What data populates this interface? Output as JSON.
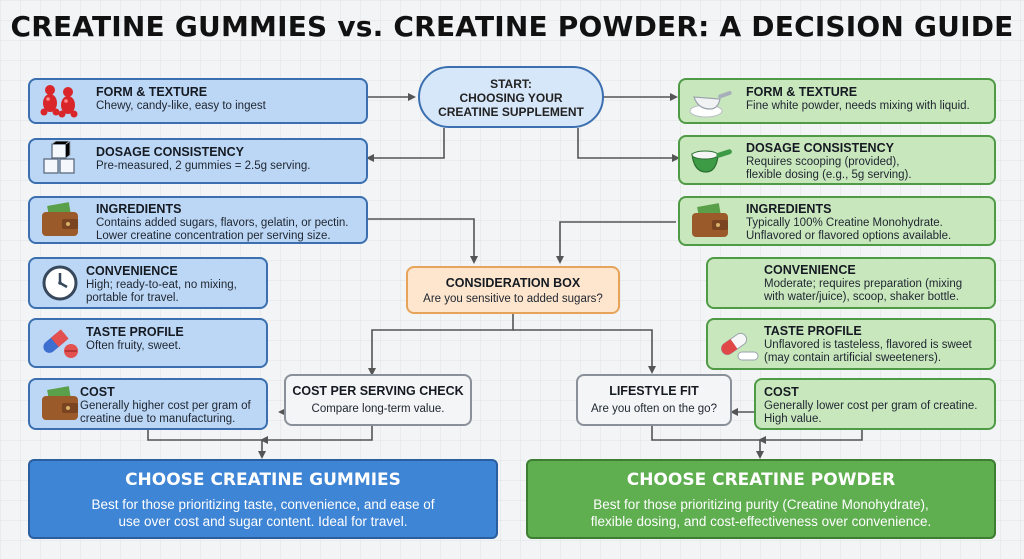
{
  "title": "CREATINE GUMMIES vs. CREATINE POWDER: A DECISION GUIDE",
  "start": {
    "lines": [
      "START:",
      "CHOOSING YOUR",
      "CREATINE SUPPLEMENT"
    ]
  },
  "consideration": {
    "title": "CONSIDERATION BOX",
    "desc": "Are you sensitive to added sugars?"
  },
  "cost_check": {
    "title": "COST PER SERVING CHECK",
    "desc": "Compare long-term value."
  },
  "lifestyle": {
    "title": "LIFESTYLE FIT",
    "desc": "Are you often on the go?"
  },
  "gummies": [
    {
      "icon": "gummy-bear-icon",
      "title": "FORM & TEXTURE",
      "lines": [
        "Chewy, candy-like, easy to ingest"
      ]
    },
    {
      "icon": "cubes-icon",
      "title": "DOSAGE CONSISTENCY",
      "lines": [
        "Pre-measured, 2 gummies = 2.5g serving."
      ]
    },
    {
      "icon": "wallet-icon",
      "title": "INGREDIENTS",
      "lines": [
        "Contains added sugars, flavors, gelatin, or pectin.",
        "Lower creatine concentration per serving size."
      ]
    },
    {
      "icon": "clock-icon",
      "title": "CONVENIENCE",
      "lines": [
        "High; ready-to-eat, no mixing,",
        "portable for travel."
      ]
    },
    {
      "icon": "capsule-icon",
      "title": "TASTE PROFILE",
      "lines": [
        "Often fruity, sweet."
      ]
    },
    {
      "icon": "wallet-icon",
      "title": "COST",
      "lines": [
        "Generally higher cost per gram of",
        "creatine due to manufacturing."
      ]
    }
  ],
  "powder": [
    {
      "icon": "powder-scoop-icon",
      "title": "FORM & TEXTURE",
      "lines": [
        "Fine white powder, needs mixing with liquid."
      ]
    },
    {
      "icon": "scoop-icon",
      "title": "DOSAGE CONSISTENCY",
      "lines": [
        "Requires scooping (provided),",
        "flexible dosing (e.g., 5g serving)."
      ]
    },
    {
      "icon": "wallet-icon",
      "title": "INGREDIENTS",
      "lines": [
        "Typically 100% Creatine Monohydrate.",
        "Unflavored or flavored options available."
      ]
    },
    {
      "icon": "",
      "title": "CONVENIENCE",
      "lines": [
        "Moderate; requires preparation (mixing",
        "with water/juice), scoop, shaker bottle."
      ]
    },
    {
      "icon": "capsule-icon",
      "title": "TASTE PROFILE",
      "lines": [
        "Unflavored is tasteless, flavored is sweet",
        "(may contain artificial sweeteners)."
      ]
    },
    {
      "icon": "",
      "title": "COST",
      "lines": [
        "Generally lower cost per gram of creatine.",
        "High value."
      ]
    }
  ],
  "choose_gummies": {
    "title": "CHOOSE CREATINE GUMMIES",
    "lines": [
      "Best for those prioritizing taste, convenience, and ease of",
      "use over cost and sugar content. Ideal for travel."
    ]
  },
  "choose_powder": {
    "title": "CHOOSE CREATINE POWDER",
    "lines": [
      "Best for those prioritizing purity (Creatine Monohydrate),",
      "flexible dosing, and cost-effectiveness over convenience."
    ]
  }
}
